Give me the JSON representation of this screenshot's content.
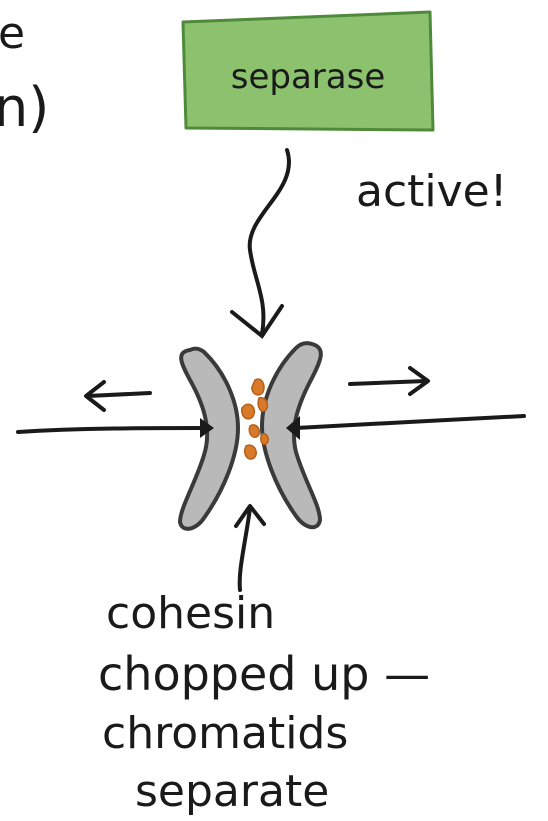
{
  "fragment_top": "e",
  "fragment_mid": "n)",
  "enzyme_label": "separase",
  "enzyme_status": "active!",
  "caption_lines": [
    "cohesin",
    "chopped up —",
    "chromatids",
    "separate"
  ],
  "colors": {
    "enzyme_fill": "#8cc26e",
    "enzyme_border": "#4f8a3a",
    "chromatid_fill": "#b9b9b9",
    "chromatid_stroke": "#3a3a3a",
    "cohesin_fragment": "#d97a2b",
    "ink": "#1a1a1a"
  }
}
